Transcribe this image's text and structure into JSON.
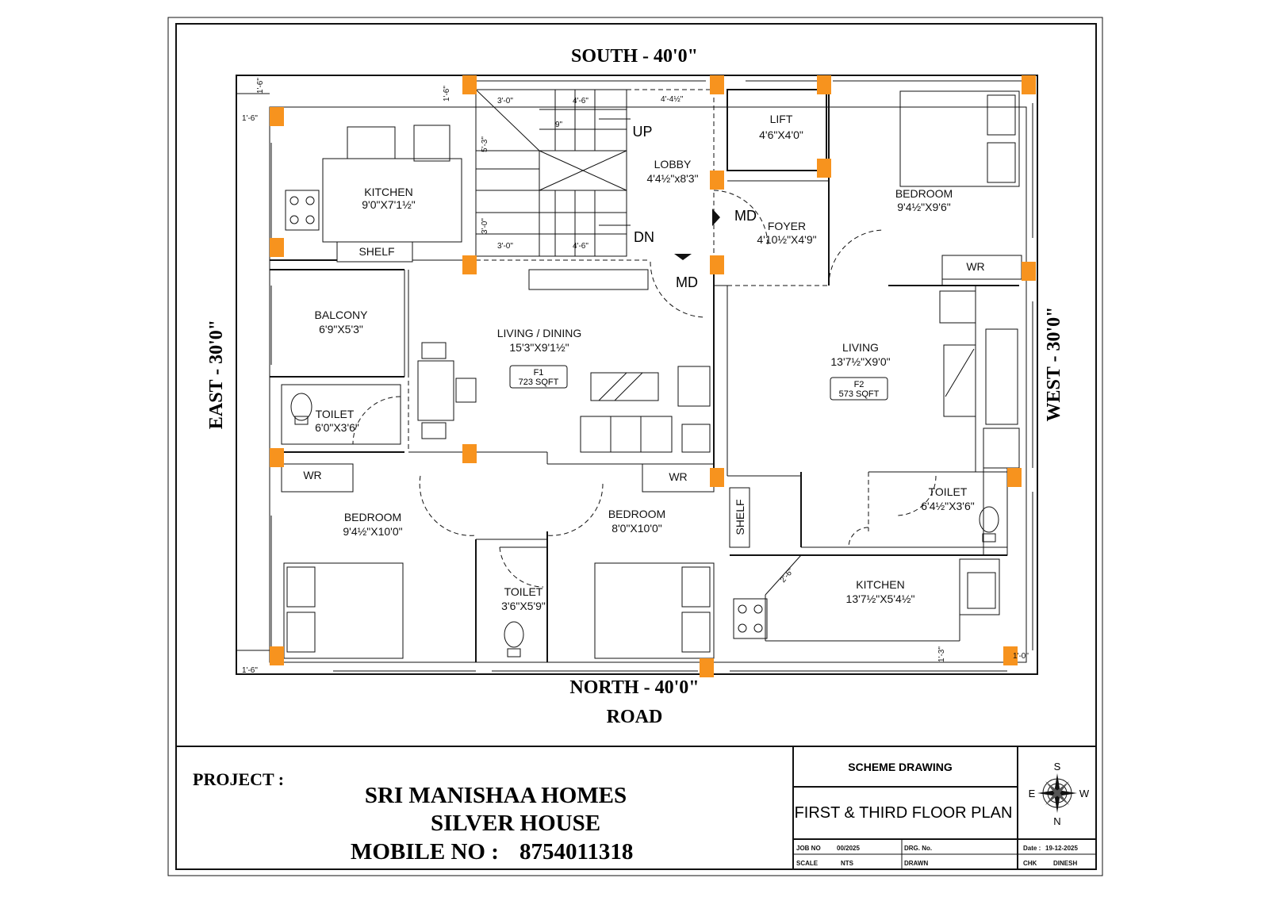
{
  "colors": {
    "column": "#f7931e",
    "line": "#111111"
  },
  "sides": {
    "south": "SOUTH - 40'0\"",
    "north": "NORTH - 40'0\"",
    "east": "EAST - 30'0\"",
    "west": "WEST - 30'0\"",
    "road": "ROAD"
  },
  "rooms": [
    {
      "id": "kitchen1",
      "name": "KITCHEN",
      "size": "9'0\"X7'1½\""
    },
    {
      "id": "lobby",
      "name": "LOBBY",
      "size": "4'4½\"x8'3\""
    },
    {
      "id": "lift",
      "name": "LIFT",
      "size": "4'6\"X4'0\""
    },
    {
      "id": "foyer",
      "name": "FOYER",
      "size": "4'10½\"X4'9\""
    },
    {
      "id": "bedroom1",
      "name": "BEDROOM",
      "size": "9'4½\"X9'6\""
    },
    {
      "id": "balcony",
      "name": "BALCONY",
      "size": "6'9\"X5'3\""
    },
    {
      "id": "living_dining",
      "name": "LIVING / DINING",
      "size": "15'3\"X9'1½\""
    },
    {
      "id": "living2",
      "name": "LIVING",
      "size": "13'7½\"X9'0\""
    },
    {
      "id": "toilet1",
      "name": "TOILET",
      "size": "6'0\"X3'6\""
    },
    {
      "id": "bedroom2",
      "name": "BEDROOM",
      "size": "9'4½\"X10'0\""
    },
    {
      "id": "bedroom3",
      "name": "BEDROOM",
      "size": "8'0\"X10'0\""
    },
    {
      "id": "toilet2",
      "name": "TOILET",
      "size": "3'6\"X5'9\""
    },
    {
      "id": "toilet3",
      "name": "TOILET",
      "size": "6'4½\"X3'6\""
    },
    {
      "id": "kitchen2",
      "name": "KITCHEN",
      "size": "13'7½\"X5'4½\""
    }
  ],
  "flats": [
    {
      "id": "F1",
      "name": "F1",
      "area": "723 SQFT"
    },
    {
      "id": "F2",
      "name": "F2",
      "area": "573 SQFT"
    }
  ],
  "labels": {
    "shelf": "SHELF",
    "wr": "WR",
    "md": "MD",
    "up": "UP",
    "dn": "DN"
  },
  "dims": {
    "d1_6": "1'-6\"",
    "d3_0": "3'-0\"",
    "d4_6": "4'-6\"",
    "d4_4": "4'-4½\"",
    "d9": "9\"",
    "d5_3": "5'-3\"",
    "d2_6": "2'-6\"",
    "d1_3": "1'-3\"",
    "d1_0": "1'-0\""
  },
  "title_block": {
    "project_label": "PROJECT :",
    "project_name": "SRI MANISHAA HOMES",
    "project_sub": "SILVER HOUSE",
    "mobile_label": "MOBILE NO :",
    "mobile_number": "8754011318",
    "scheme": "SCHEME DRAWING",
    "drawing_title": "FIRST & THIRD FLOOR PLAN",
    "job_no_label": "JOB NO",
    "job_no": "00/2025",
    "drg_no_label": "DRG. No.",
    "drg_no": "",
    "date_label": "Date :",
    "date": "19-12-2025",
    "scale_label": "SCALE",
    "scale": "NTS",
    "drawn_label": "DRAWN",
    "drawn": "",
    "chk_label": "CHK",
    "chk": "DINESH",
    "compass": {
      "n": "N",
      "s": "S",
      "e": "E",
      "w": "W"
    }
  }
}
